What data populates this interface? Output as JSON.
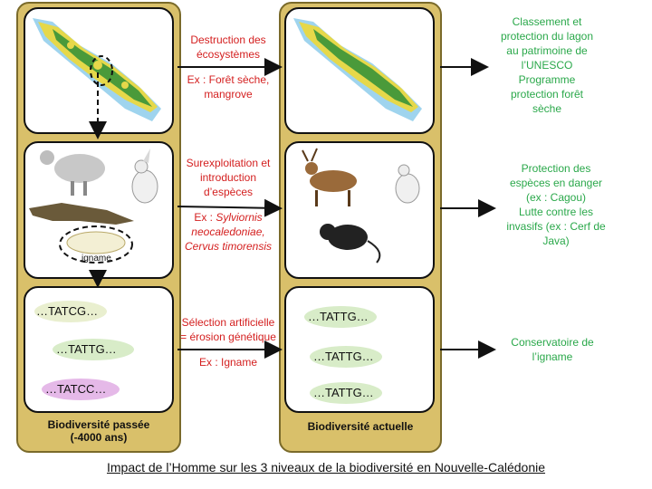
{
  "left_column": {
    "label_line1": "Biodiversité passée",
    "label_line2": "(-4000 ans)",
    "igname_label": "igname",
    "sequences": [
      "…TATCG…",
      "…TATTG…",
      "…TATCC…"
    ]
  },
  "right_column": {
    "label": "Biodiversité actuelle",
    "sequences": [
      "…TATTG…",
      "…TATTG…",
      "…TATTG…"
    ]
  },
  "middle": {
    "row1": {
      "title_line1": "Destruction des",
      "title_line2": "écosystèmes",
      "ex_line1": "Ex : Forêt sèche,",
      "ex_line2": "mangrove"
    },
    "row2": {
      "title_line1": "Surexploitation et",
      "title_line2": "introduction",
      "title_line3": "d’espèces",
      "ex_prefix": "Ex : ",
      "ex_italic1": "Sylviornis",
      "ex_italic2": "neocaledoniae,",
      "ex_italic3": "Cervus timorensis"
    },
    "row3": {
      "title_line1": "Sélection artificielle",
      "title_line2": "= érosion génétique",
      "ex": "Ex : Igname"
    }
  },
  "right_notes": {
    "note1": [
      "Classement et",
      "protection du lagon",
      "au patrimoine de",
      "l’UNESCO",
      "Programme",
      "protection forêt",
      "sèche"
    ],
    "note2": [
      "Protection des",
      "espèces en danger",
      "(ex : Cagou)",
      "Lutte contre les",
      "invasifs (ex : Cerf de",
      "Java)"
    ],
    "note3": [
      "Conservatoire de",
      "l’igname"
    ]
  },
  "caption": "Impact de l’Homme sur les 3 niveaux de la biodiversité en Nouvelle-Calédonie",
  "colors": {
    "column_fill": "#d9c06a",
    "mid_text": "#d42020",
    "right_text": "#2aa84a",
    "island_green": "#4a9a3a",
    "island_yellow": "#e6d84a",
    "lagoon": "#9fd4ee"
  }
}
